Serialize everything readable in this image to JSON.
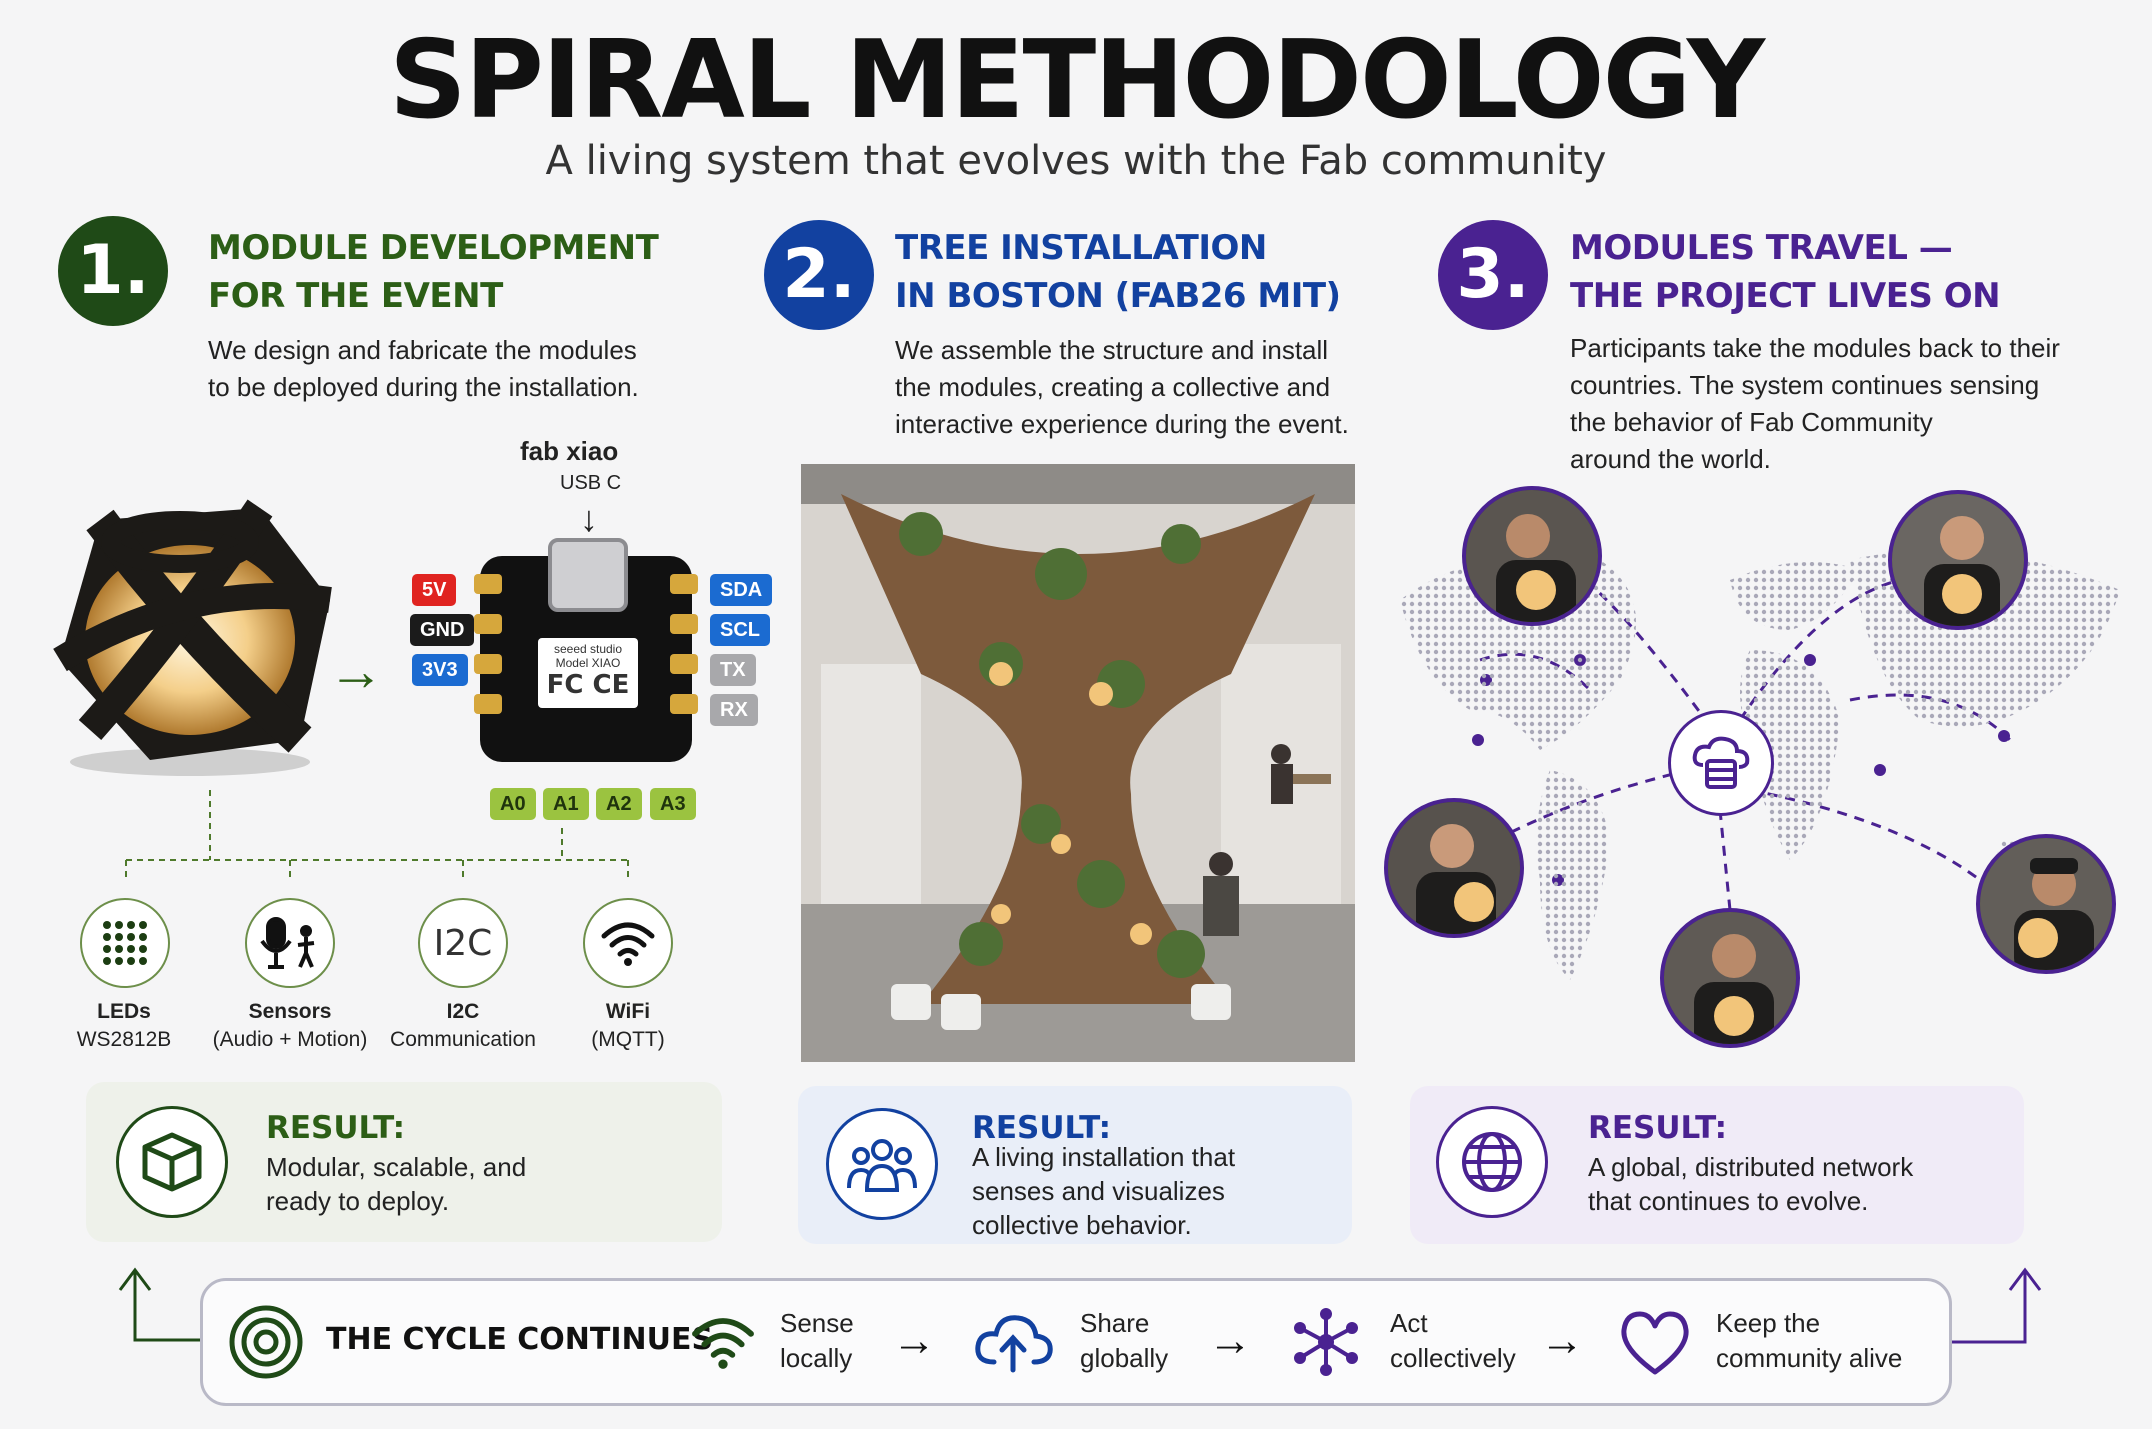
{
  "header": {
    "title": "SPIRAL METHODOLOGY",
    "subtitle": "A living system that evolves with the Fab community"
  },
  "steps": [
    {
      "number": "1.",
      "title_line1": "MODULE DEVELOPMENT",
      "title_line2": "FOR THE EVENT",
      "desc_line1": "We design and fabricate the modules",
      "desc_line2": "to be deployed during the installation.",
      "color": "#1f4a17"
    },
    {
      "number": "2.",
      "title_line1": "TREE INSTALLATION",
      "title_line2": "IN BOSTON (FAB26 MIT)",
      "desc_line1": "We assemble the structure and install",
      "desc_line2": "the modules, creating a collective and",
      "desc_line3": "interactive experience during the event.",
      "color": "#1241a0"
    },
    {
      "number": "3.",
      "title_line1": "MODULES TRAVEL —",
      "title_line2": "THE PROJECT LIVES ON",
      "desc_line1": "Participants take the modules back to their",
      "desc_line2": "countries. The system continues sensing",
      "desc_line3": "the behavior of Fab Community",
      "desc_line4": "around the world.",
      "color": "#4a2291"
    }
  ],
  "board": {
    "title": "fab xiao",
    "usb": "USB C",
    "label_line1": "seeed studio",
    "label_line2": "Model XIAO",
    "cert": "FC CE",
    "pins_left": [
      "5V",
      "GND",
      "3V3"
    ],
    "pins_right": [
      "SDA",
      "SCL",
      "TX",
      "RX"
    ],
    "pins_bottom": [
      "A0",
      "A1",
      "A2",
      "A3"
    ]
  },
  "features": [
    {
      "name": "LEDs",
      "detail": "WS2812B",
      "icon": "led-grid-icon"
    },
    {
      "name": "Sensors",
      "detail": "(Audio + Motion)",
      "icon": "sensors-icon"
    },
    {
      "name": "I2C",
      "detail": "Communication",
      "icon": "i2c-icon",
      "icon_text": "I2C"
    },
    {
      "name": "WiFi",
      "detail": "(MQTT)",
      "icon": "wifi-icon"
    }
  ],
  "results": [
    {
      "title": "RESULT:",
      "line1": "Modular, scalable, and",
      "line2": "ready to deploy.",
      "icon": "cube-icon"
    },
    {
      "title": "RESULT:",
      "line1": "A living installation that",
      "line2": "senses and visualizes",
      "line3": "collective behavior.",
      "icon": "people-icon"
    },
    {
      "title": "RESULT:",
      "line1": "A global, distributed network",
      "line2": "that continues to evolve.",
      "icon": "globe-icon"
    }
  ],
  "cycle": {
    "title": "THE CYCLE CONTINUES",
    "steps": [
      {
        "line1": "Sense",
        "line2": "locally",
        "icon": "wifi-icon"
      },
      {
        "line1": "Share",
        "line2": "globally",
        "icon": "cloud-upload-icon"
      },
      {
        "line1": "Act",
        "line2": "collectively",
        "icon": "network-icon"
      },
      {
        "line1": "Keep the",
        "line2": "community alive",
        "icon": "heart-icon"
      }
    ],
    "arrow": "→"
  },
  "colors": {
    "green": "#2c5e16",
    "blue": "#1241a0",
    "purple": "#4a2291"
  }
}
